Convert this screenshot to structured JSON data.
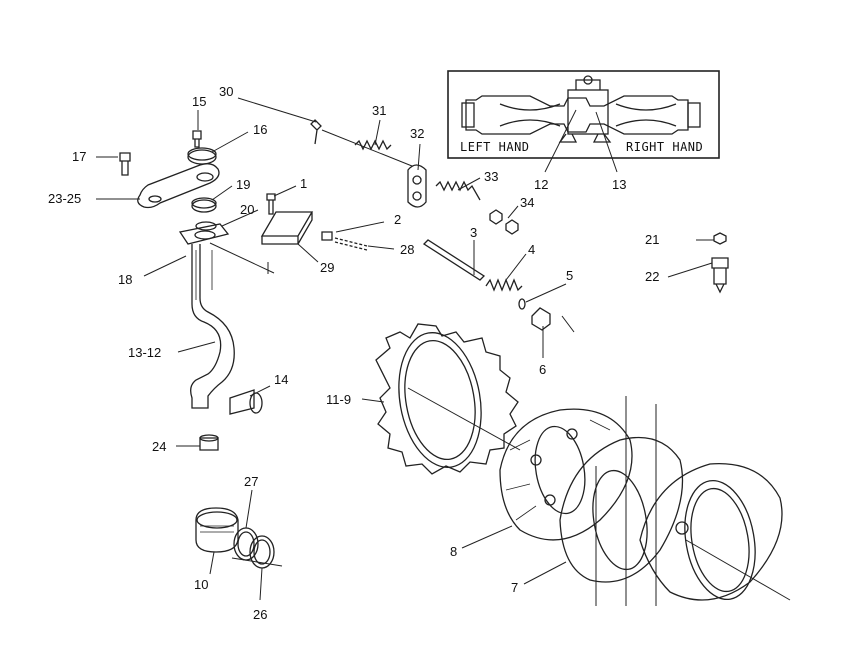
{
  "inset": {
    "left_label": "LEFT HAND",
    "right_label": "RIGHT HAND",
    "callout_12": "12",
    "callout_13": "13"
  },
  "callouts": {
    "c1": "1",
    "c2": "2",
    "c3": "3",
    "c4": "4",
    "c5": "5",
    "c6": "6",
    "c7": "7",
    "c8": "8",
    "c10": "10",
    "c11_9": "11-9",
    "c13_12": "13-12",
    "c14": "14",
    "c15": "15",
    "c16": "16",
    "c17": "17",
    "c18": "18",
    "c19": "19",
    "c20": "20",
    "c21": "21",
    "c22": "22",
    "c23_25": "23-25",
    "c24": "24",
    "c26": "26",
    "c27": "27",
    "c28": "28",
    "c29": "29",
    "c30": "30",
    "c31": "31",
    "c32": "32",
    "c33": "33",
    "c34": "34"
  }
}
